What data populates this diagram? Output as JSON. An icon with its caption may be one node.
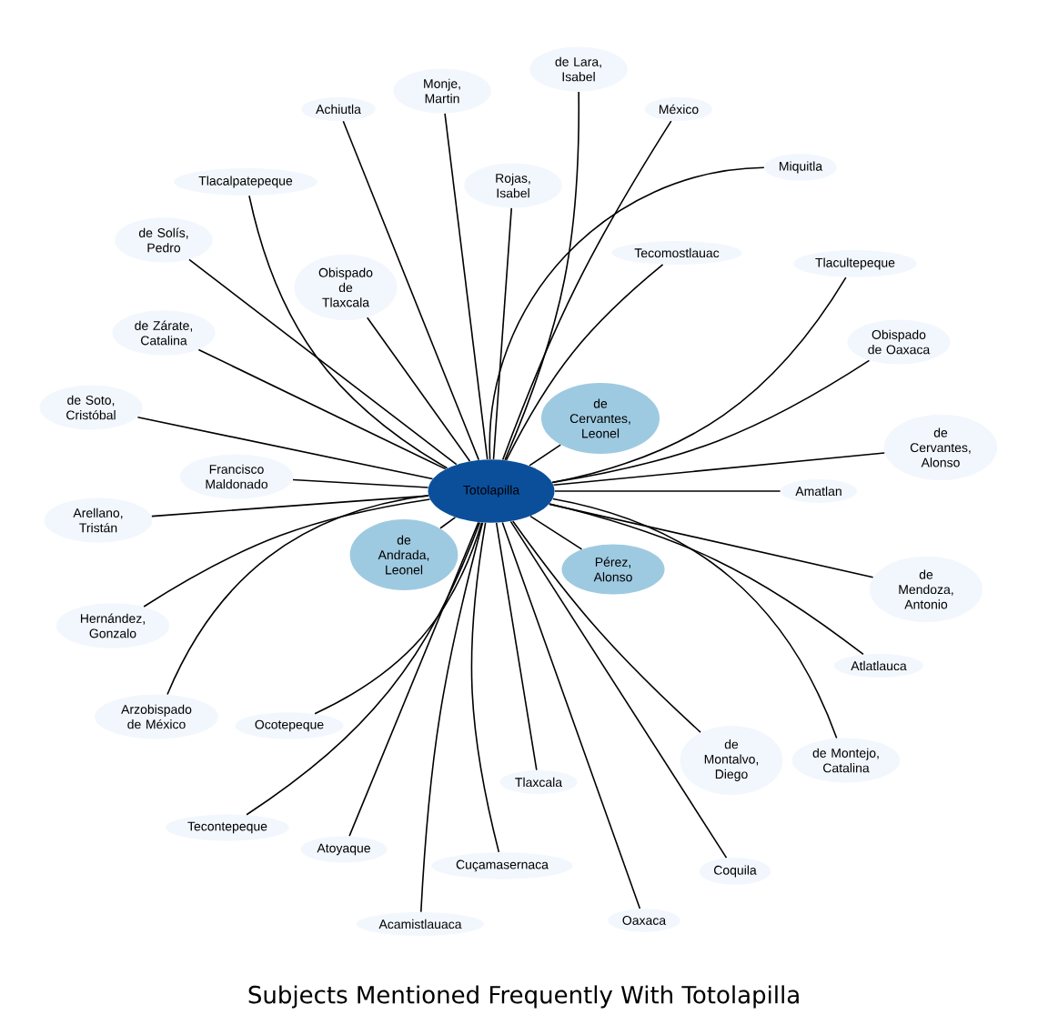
{
  "diagram": {
    "title": "Subjects Mentioned Frequently With Totolapilla",
    "nodes": [
      {
        "text": [
          "Totolapilla"
        ]
      },
      {
        "text": [
          "de Lara, Isabel"
        ]
      },
      {
        "text": [
          "Monje, Martin"
        ]
      },
      {
        "text": [
          "Achiutla"
        ]
      },
      {
        "text": [
          "México"
        ]
      },
      {
        "text": [
          "Miquitla"
        ]
      },
      {
        "text": [
          "Tlacalpatepeque"
        ]
      },
      {
        "text": [
          "Rojas, Isabel"
        ]
      },
      {
        "text": [
          "de Solís, Pedro"
        ]
      },
      {
        "text": [
          "Tecomostlauac"
        ]
      },
      {
        "text": [
          "Tlacultepeque"
        ]
      },
      {
        "text": [
          "Obispado de Tlaxcala"
        ]
      },
      {
        "text": [
          "de Zárate, Catalina"
        ]
      },
      {
        "text": [
          "Obispado de Oaxaca"
        ]
      },
      {
        "text": [
          "de Soto, Cristóbal"
        ]
      },
      {
        "text": [
          "de Cervantes, Leonel"
        ]
      },
      {
        "text": [
          "de Cervantes, Alonso"
        ]
      },
      {
        "text": [
          "Amatlan"
        ]
      },
      {
        "text": [
          "Francisco Maldonado"
        ]
      },
      {
        "text": [
          "Arellano, Tristán"
        ]
      },
      {
        "text": [
          "de Andrada, Leonel"
        ]
      },
      {
        "text": [
          "Pérez, Alonso"
        ]
      },
      {
        "text": [
          "de Mendoza, Antonio"
        ]
      },
      {
        "text": [
          "Hernández, Gonzalo"
        ]
      },
      {
        "text": [
          "Atlatlauca"
        ]
      },
      {
        "text": [
          "Arzobispado de México"
        ]
      },
      {
        "text": [
          "Ocotepeque"
        ]
      },
      {
        "text": [
          "de Montalvo, Diego"
        ]
      },
      {
        "text": [
          "de Montejo, Catalina"
        ]
      },
      {
        "text": [
          "Tlaxcala"
        ]
      },
      {
        "text": [
          "Tecontepeque"
        ]
      },
      {
        "text": [
          "Atoyaque"
        ]
      },
      {
        "text": [
          "Cuçamasernaca"
        ]
      },
      {
        "text": [
          "Coquila"
        ]
      },
      {
        "text": [
          "Acamistlauaca"
        ]
      },
      {
        "text": [
          "Oaxaca"
        ]
      }
    ],
    "edges": [
      {
        "from": 0,
        "to": 1,
        "arrow": "none"
      },
      {
        "from": 0,
        "to": 2,
        "arrow": "none"
      },
      {
        "from": 0,
        "to": 3,
        "arrow": "none"
      },
      {
        "from": 0,
        "to": 4,
        "arrow": "none"
      },
      {
        "from": 0,
        "to": 5,
        "arrow": "none"
      },
      {
        "from": 0,
        "to": 6,
        "arrow": "none"
      },
      {
        "from": 0,
        "to": 7,
        "arrow": "none"
      },
      {
        "from": 0,
        "to": 8,
        "arrow": "none"
      },
      {
        "from": 0,
        "to": 9,
        "arrow": "none"
      },
      {
        "from": 0,
        "to": 10,
        "arrow": "none"
      },
      {
        "from": 0,
        "to": 11,
        "arrow": "none"
      },
      {
        "from": 0,
        "to": 12,
        "arrow": "none"
      },
      {
        "from": 0,
        "to": 13,
        "arrow": "none"
      },
      {
        "from": 0,
        "to": 14,
        "arrow": "none"
      },
      {
        "from": 0,
        "to": 15,
        "arrow": "none"
      },
      {
        "from": 0,
        "to": 16,
        "arrow": "none"
      },
      {
        "from": 0,
        "to": 17,
        "arrow": "none"
      },
      {
        "from": 0,
        "to": 18,
        "arrow": "none"
      },
      {
        "from": 0,
        "to": 19,
        "arrow": "none"
      },
      {
        "from": 0,
        "to": 20,
        "arrow": "none"
      },
      {
        "from": 0,
        "to": 21,
        "arrow": "none"
      },
      {
        "from": 0,
        "to": 22,
        "arrow": "none"
      },
      {
        "from": 0,
        "to": 23,
        "arrow": "none"
      },
      {
        "from": 0,
        "to": 24,
        "arrow": "none"
      },
      {
        "from": 0,
        "to": 25,
        "arrow": "none"
      },
      {
        "from": 0,
        "to": 26,
        "arrow": "none"
      },
      {
        "from": 0,
        "to": 27,
        "arrow": "none"
      },
      {
        "from": 0,
        "to": 28,
        "arrow": "none"
      },
      {
        "from": 0,
        "to": 29,
        "arrow": "none"
      },
      {
        "from": 0,
        "to": 30,
        "arrow": "none"
      },
      {
        "from": 0,
        "to": 31,
        "arrow": "none"
      },
      {
        "from": 0,
        "to": 32,
        "arrow": "none"
      },
      {
        "from": 0,
        "to": 33,
        "arrow": "none"
      },
      {
        "from": 0,
        "to": 34,
        "arrow": "none"
      },
      {
        "from": 0,
        "to": 35,
        "arrow": "none"
      }
    ]
  }
}
